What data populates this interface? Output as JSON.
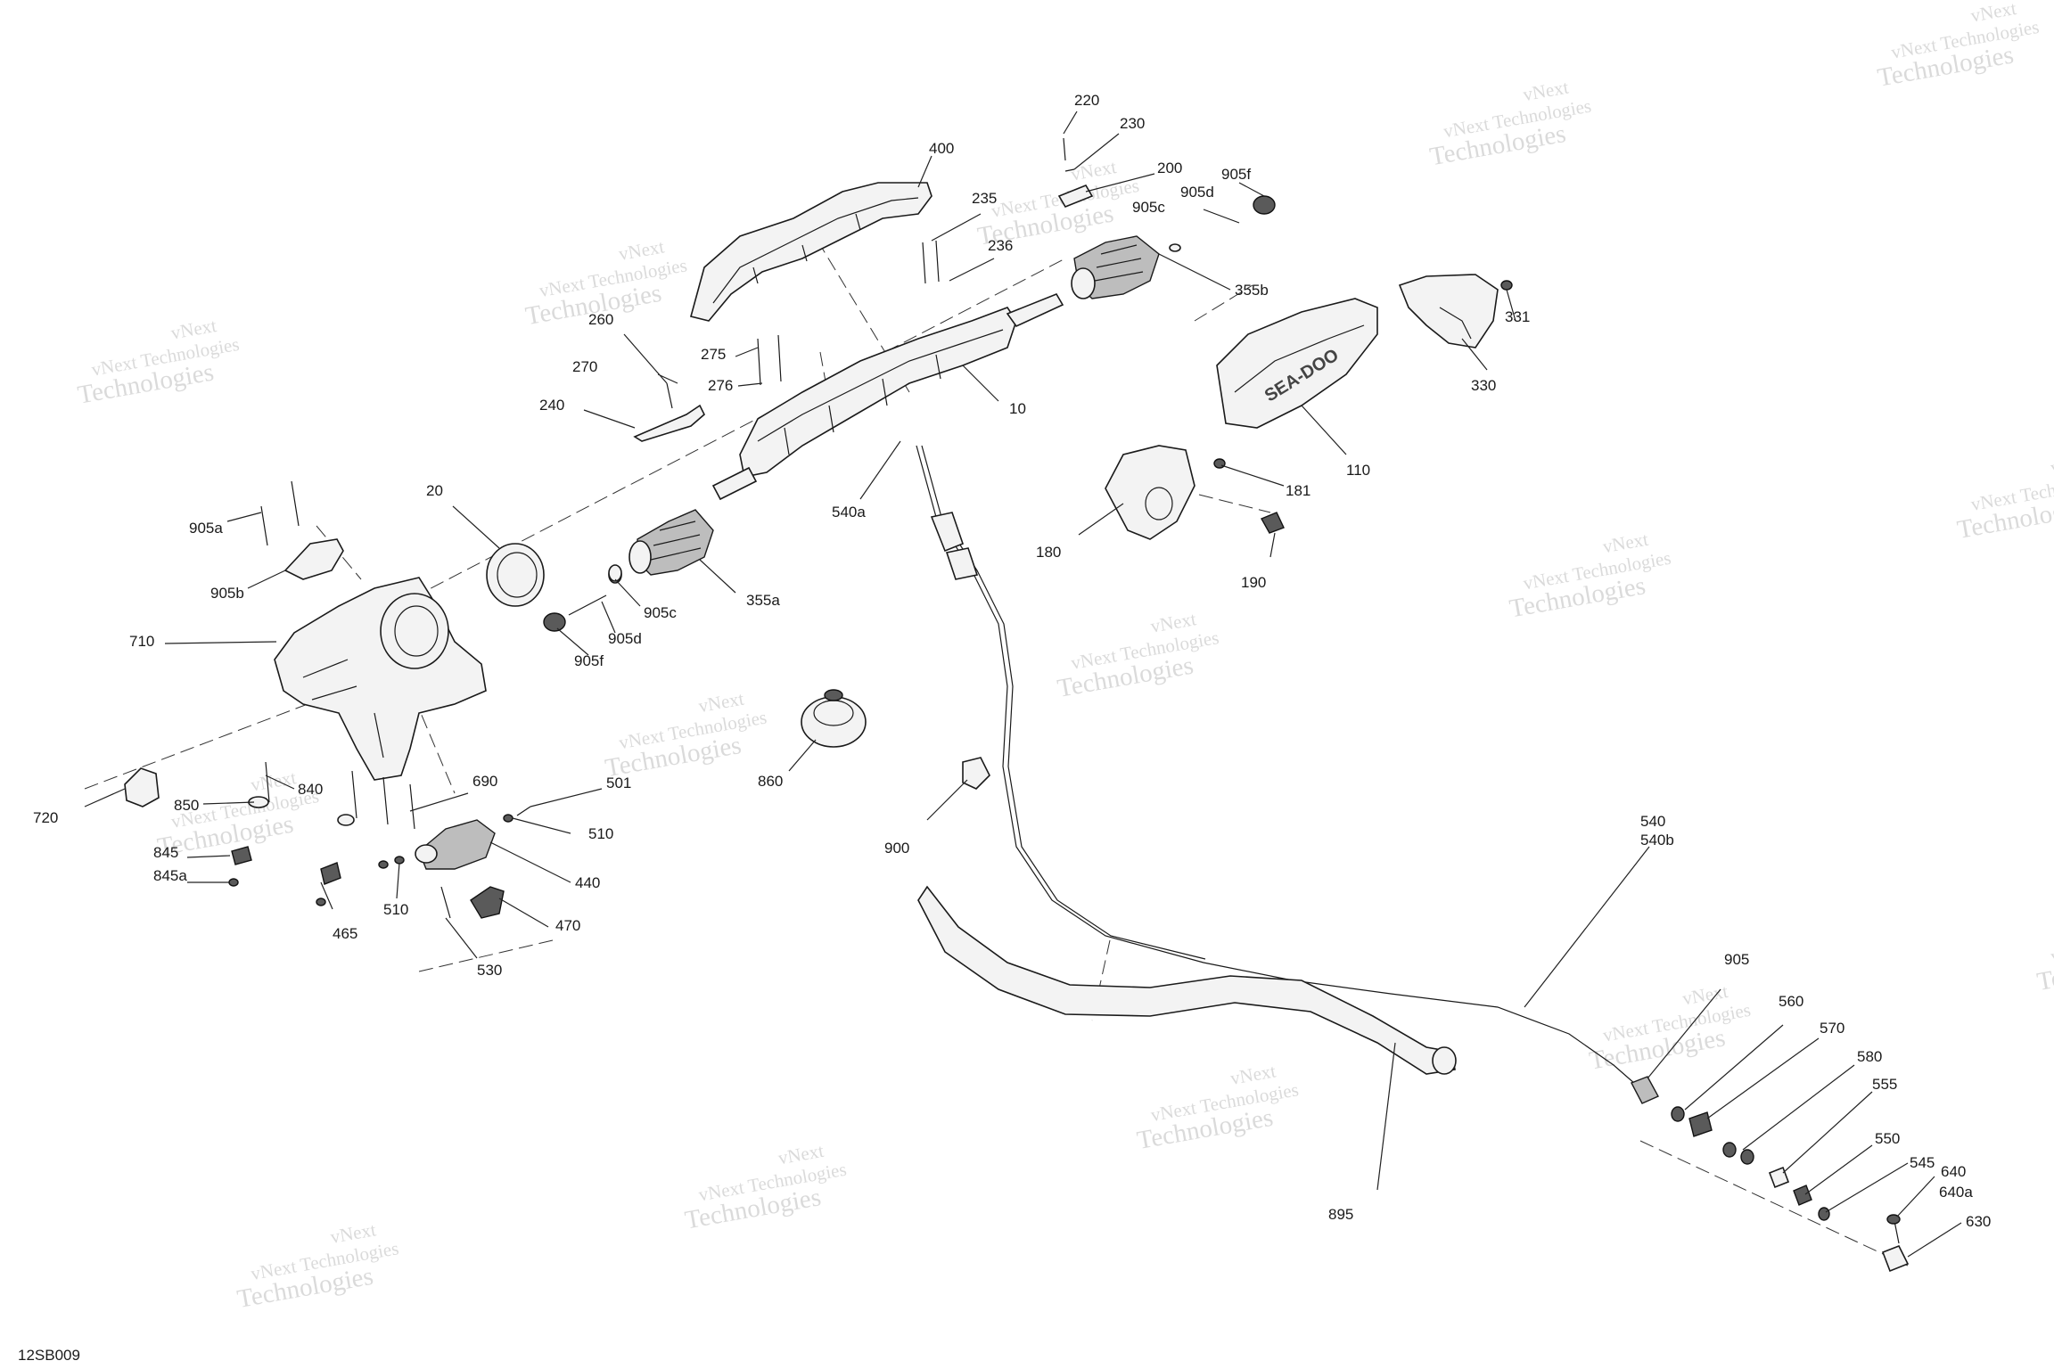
{
  "diagram_code": "12SB009",
  "brand_text": "SEA-DOO",
  "watermark": {
    "line1": "vNext Technologies",
    "line2": "Technologies",
    "line3": "vNext"
  },
  "callouts": [
    {
      "id": "220",
      "label": "220"
    },
    {
      "id": "230",
      "label": "230"
    },
    {
      "id": "200",
      "label": "200"
    },
    {
      "id": "905f_top",
      "label": "905f"
    },
    {
      "id": "905c_top",
      "label": "905c"
    },
    {
      "id": "905d_top",
      "label": "905d"
    },
    {
      "id": "400",
      "label": "400"
    },
    {
      "id": "235",
      "label": "235"
    },
    {
      "id": "236",
      "label": "236"
    },
    {
      "id": "355b",
      "label": "355b"
    },
    {
      "id": "331",
      "label": "331"
    },
    {
      "id": "330",
      "label": "330"
    },
    {
      "id": "260",
      "label": "260"
    },
    {
      "id": "275",
      "label": "275"
    },
    {
      "id": "270",
      "label": "270"
    },
    {
      "id": "276",
      "label": "276"
    },
    {
      "id": "240",
      "label": "240"
    },
    {
      "id": "10",
      "label": "10"
    },
    {
      "id": "110",
      "label": "110"
    },
    {
      "id": "20",
      "label": "20"
    },
    {
      "id": "540a",
      "label": "540a"
    },
    {
      "id": "181",
      "label": "181"
    },
    {
      "id": "905a",
      "label": "905a"
    },
    {
      "id": "180",
      "label": "180"
    },
    {
      "id": "190",
      "label": "190"
    },
    {
      "id": "905b",
      "label": "905b"
    },
    {
      "id": "355a",
      "label": "355a"
    },
    {
      "id": "905c",
      "label": "905c"
    },
    {
      "id": "905d",
      "label": "905d"
    },
    {
      "id": "905f",
      "label": "905f"
    },
    {
      "id": "710",
      "label": "710"
    },
    {
      "id": "860",
      "label": "860"
    },
    {
      "id": "840",
      "label": "840"
    },
    {
      "id": "690",
      "label": "690"
    },
    {
      "id": "501",
      "label": "501"
    },
    {
      "id": "720",
      "label": "720"
    },
    {
      "id": "850",
      "label": "850"
    },
    {
      "id": "510_r",
      "label": "510"
    },
    {
      "id": "900",
      "label": "900"
    },
    {
      "id": "845",
      "label": "845"
    },
    {
      "id": "845a",
      "label": "845a"
    },
    {
      "id": "440",
      "label": "440"
    },
    {
      "id": "510",
      "label": "510"
    },
    {
      "id": "465",
      "label": "465"
    },
    {
      "id": "470",
      "label": "470"
    },
    {
      "id": "530",
      "label": "530"
    },
    {
      "id": "540",
      "label": "540"
    },
    {
      "id": "540b",
      "label": "540b"
    },
    {
      "id": "905",
      "label": "905"
    },
    {
      "id": "560",
      "label": "560"
    },
    {
      "id": "570",
      "label": "570"
    },
    {
      "id": "580",
      "label": "580"
    },
    {
      "id": "555",
      "label": "555"
    },
    {
      "id": "550",
      "label": "550"
    },
    {
      "id": "545",
      "label": "545"
    },
    {
      "id": "640",
      "label": "640"
    },
    {
      "id": "640a",
      "label": "640a"
    },
    {
      "id": "630",
      "label": "630"
    },
    {
      "id": "895",
      "label": "895"
    }
  ]
}
